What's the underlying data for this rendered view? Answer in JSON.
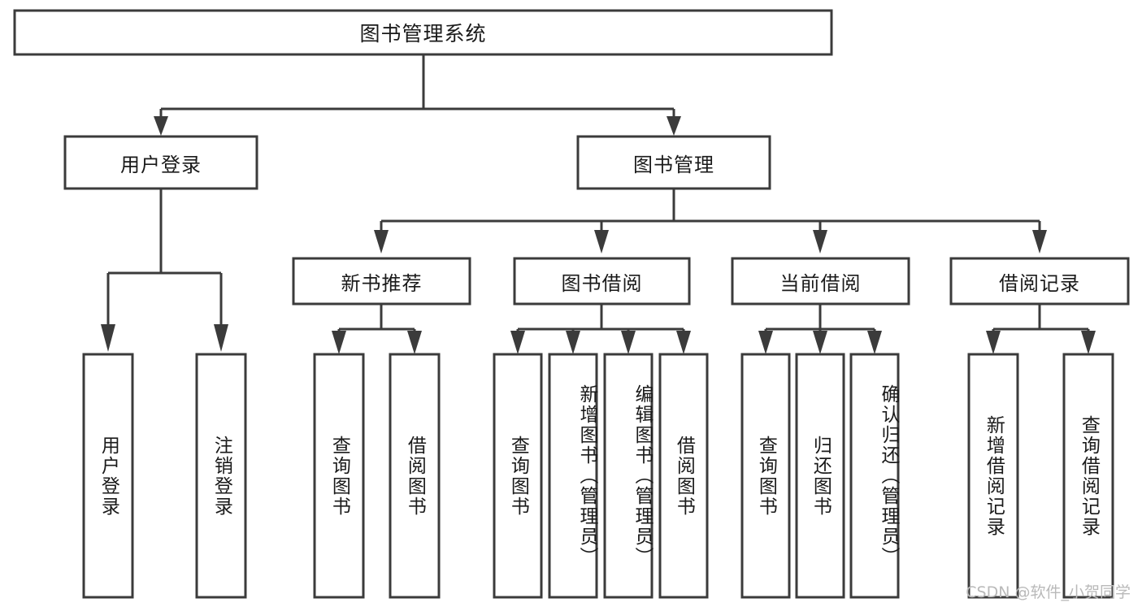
{
  "diagram": {
    "type": "tree-hierarchy-flowchart",
    "title": "图书管理系统",
    "watermark": "CSDN @软件_小贺同学",
    "colors": {
      "stroke": "#3b3b3b",
      "fill": "#ffffff",
      "text": "#1a1a1a",
      "watermark": "#b9b9b9",
      "background": "#ffffff"
    },
    "root": {
      "id": "root",
      "label": "图书管理系统",
      "orientation": "horizontal"
    },
    "level2": [
      {
        "id": "user-login",
        "label": "用户登录",
        "orientation": "horizontal"
      },
      {
        "id": "book-manage",
        "label": "图书管理",
        "orientation": "horizontal"
      }
    ],
    "level3": [
      {
        "id": "new-book-recommend",
        "label": "新书推荐",
        "orientation": "horizontal",
        "parent": "book-manage"
      },
      {
        "id": "book-borrow",
        "label": "图书借阅",
        "orientation": "horizontal",
        "parent": "book-manage"
      },
      {
        "id": "current-borrow",
        "label": "当前借阅",
        "orientation": "horizontal",
        "parent": "book-manage"
      },
      {
        "id": "borrow-record",
        "label": "借阅记录",
        "orientation": "horizontal",
        "parent": "book-manage"
      }
    ],
    "leaves": [
      {
        "id": "leaf-user-login",
        "label": "用户登录",
        "parent": "user-login",
        "orientation": "vertical"
      },
      {
        "id": "leaf-logout",
        "label": "注销登录",
        "parent": "user-login",
        "orientation": "vertical"
      },
      {
        "id": "leaf-query-book-1",
        "label": "查询图书",
        "parent": "new-book-recommend",
        "orientation": "vertical"
      },
      {
        "id": "leaf-borrow-book-1",
        "label": "借阅图书",
        "parent": "new-book-recommend",
        "orientation": "vertical"
      },
      {
        "id": "leaf-query-book-2",
        "label": "查询图书",
        "parent": "book-borrow",
        "orientation": "vertical"
      },
      {
        "id": "leaf-add-book",
        "label": "新增图书（管理员）",
        "parent": "book-borrow",
        "orientation": "vertical"
      },
      {
        "id": "leaf-edit-book",
        "label": "编辑图书（管理员）",
        "parent": "book-borrow",
        "orientation": "vertical"
      },
      {
        "id": "leaf-borrow-book-2",
        "label": "借阅图书",
        "parent": "book-borrow",
        "orientation": "vertical"
      },
      {
        "id": "leaf-query-book-3",
        "label": "查询图书",
        "parent": "current-borrow",
        "orientation": "vertical"
      },
      {
        "id": "leaf-return-book",
        "label": "归还图书",
        "parent": "current-borrow",
        "orientation": "vertical"
      },
      {
        "id": "leaf-confirm-return",
        "label": "确认归还（管理员）",
        "parent": "current-borrow",
        "orientation": "vertical"
      },
      {
        "id": "leaf-add-record",
        "label": "新增借阅记录",
        "parent": "borrow-record",
        "orientation": "vertical"
      },
      {
        "id": "leaf-query-record",
        "label": "查询借阅记录",
        "parent": "borrow-record",
        "orientation": "vertical"
      }
    ]
  }
}
